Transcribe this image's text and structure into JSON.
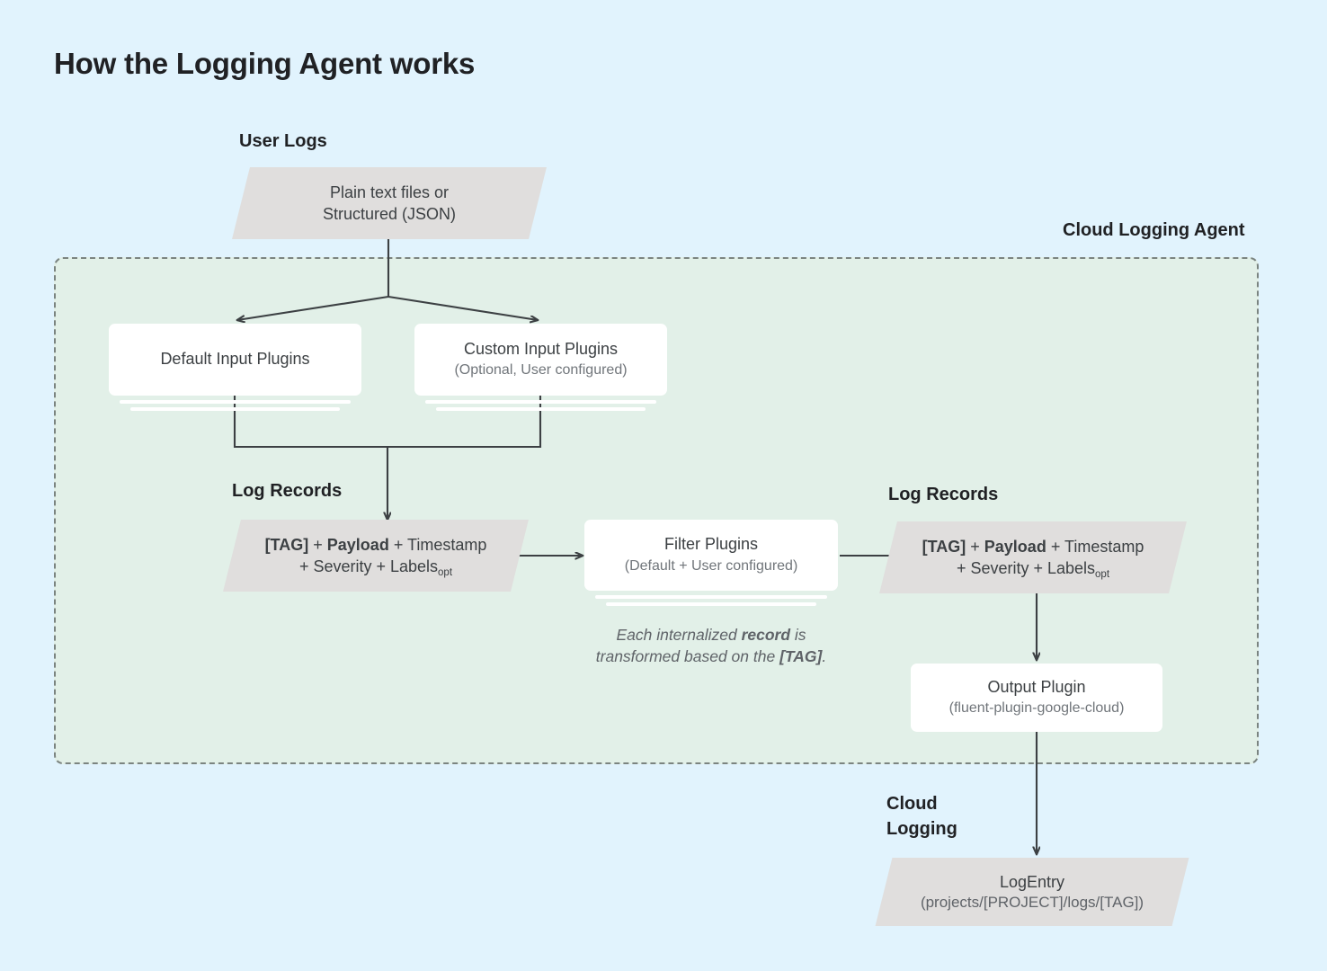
{
  "title": "How the Logging Agent works",
  "colors": {
    "background": "#e1f3fd",
    "agent_panel_fill": "#e2f0e8",
    "agent_panel_border": "#7b8480",
    "parallelogram_fill": "#e0dedd",
    "card_fill": "#ffffff",
    "text_primary": "#202124",
    "text_body": "#3c4043",
    "text_muted": "#70757a",
    "edge_stroke": "#3c4043"
  },
  "labels": {
    "user_logs": "User Logs",
    "cloud_logging_agent": "Cloud Logging Agent",
    "log_records_left": "Log Records",
    "log_records_right": "Log Records",
    "cloud_logging_line1": "Cloud",
    "cloud_logging_line2": "Logging"
  },
  "nodes": {
    "user_logs_source": {
      "line1": "Plain text files or",
      "line2": "Structured (JSON)"
    },
    "default_input_plugins": {
      "title": "Default Input Plugins",
      "subtitle": ""
    },
    "custom_input_plugins": {
      "title": "Custom Input Plugins",
      "subtitle": "(Optional, User configured)"
    },
    "log_record_left": {
      "tag": "[TAG]",
      "plus1": " + ",
      "payload": "Payload",
      "plus2": " + ",
      "timestamp": "Timestamp",
      "line2_prefix": "+ Severity + Labels",
      "line2_subscript": "opt"
    },
    "filter_plugins": {
      "title": "Filter Plugins",
      "subtitle": "(Default + User configured)"
    },
    "log_record_right": {
      "tag": "[TAG]",
      "plus1": " + ",
      "payload": "Payload",
      "plus2": " + ",
      "timestamp": "Timestamp",
      "line2_prefix": "+ Severity + Labels",
      "line2_subscript": "opt"
    },
    "output_plugin": {
      "title": "Output Plugin",
      "subtitle": "(fluent-plugin-google-cloud)"
    },
    "log_entry": {
      "title": "LogEntry",
      "subtitle": "(projects/[PROJECT]/logs/[TAG])"
    }
  },
  "annotation": {
    "part1": "Each internalized ",
    "bold1": "record",
    "part2": " is",
    "part3": "transformed based on the ",
    "bold2": "[TAG]",
    "part4": "."
  }
}
